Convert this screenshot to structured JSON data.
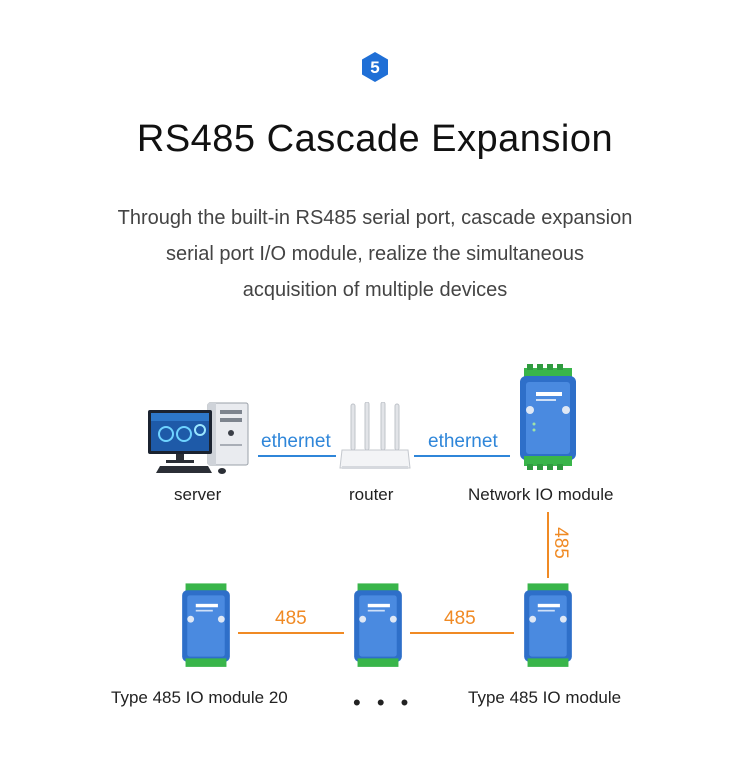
{
  "badge": {
    "number": "5",
    "color": "#1f6fd6"
  },
  "title": "RS485 Cascade Expansion",
  "subtitle": {
    "line1": "Through the built-in RS485 serial port, cascade expansion",
    "line2": "serial port I/O module, realize the simultaneous",
    "line3": "acquisition of multiple devices"
  },
  "nodes": {
    "server": {
      "label": "server",
      "icon": "server-computer-icon"
    },
    "router": {
      "label": "router",
      "icon": "router-icon"
    },
    "network_io": {
      "label": "Network IO module",
      "icon": "io-module-icon"
    },
    "io_485": {
      "label": "Type 485 IO module",
      "icon": "io-module-icon"
    },
    "io_485_20": {
      "label": "Type 485 IO module 20",
      "icon": "io-module-icon"
    },
    "ellipsis": "• • •"
  },
  "connections": {
    "server_router": "ethernet",
    "router_network": "ethernet",
    "network_485": "485",
    "io485_mid": "485",
    "mid_io20": "485"
  },
  "colors": {
    "ethernet": "#2f86d9",
    "rs485": "#f08a24",
    "module_blue": "#2e6fc9",
    "terminal_green": "#39b54a"
  }
}
